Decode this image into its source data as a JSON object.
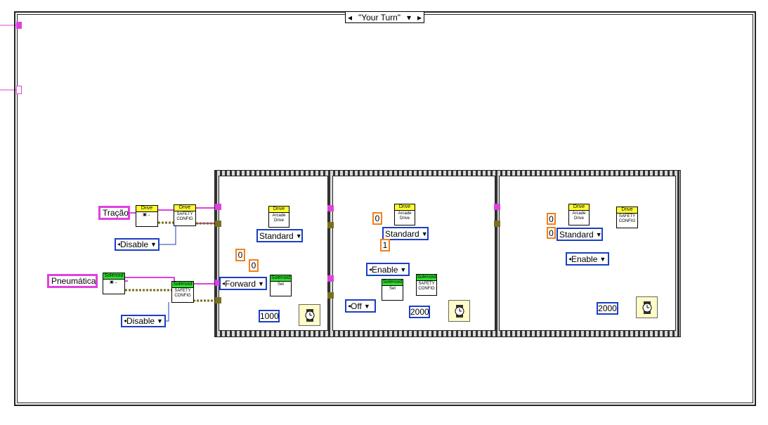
{
  "case_structure": {
    "selector_value": "\"Your Turn\"",
    "left_arrow": "◂",
    "right_arrow": "▸",
    "dropdown_arrow": "▾"
  },
  "controls": {
    "tracao_label": "Tração",
    "pneumatica_label": "Pneumática",
    "disable_1": "Disable",
    "disable_2": "Disable"
  },
  "vis": {
    "drive_header": "Drive",
    "solenoid_header": "Solenoid",
    "safety_config": "SAFETY CONFIG",
    "arcade_drive": "Arcade Drive",
    "set": "Set"
  },
  "frame1": {
    "standard": "Standard",
    "num_a": "0",
    "num_b": "0",
    "forward": "Forward",
    "wait_ms": "1000"
  },
  "frame2": {
    "num_a": "0",
    "num_b": "1",
    "standard": "Standard",
    "enable": "Enable",
    "off": "Off",
    "wait_ms": "2000"
  },
  "frame3": {
    "num_a": "0",
    "num_b": "0",
    "standard": "Standard",
    "enable": "Enable",
    "wait_ms": "2000"
  },
  "colors": {
    "string_wire": "#e040e0",
    "refnum_wire": "#7a7020",
    "enum_blue": "#1a3fc4",
    "numeric_orange": "#f08020"
  }
}
